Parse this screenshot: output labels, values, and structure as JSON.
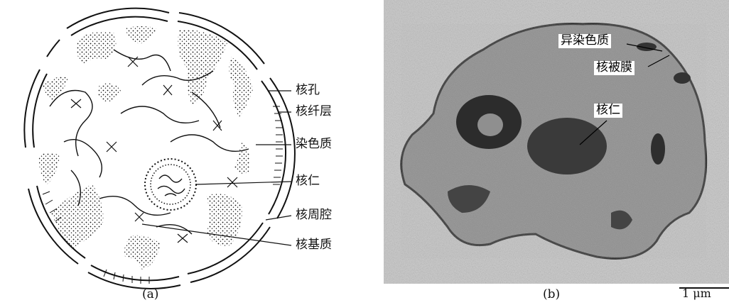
{
  "panel_a": {
    "labels": {
      "pore": "核孔",
      "lamina": "核纤层",
      "chromatin": "染色质",
      "nucleolus": "核仁",
      "perinuclear": "核周腔",
      "matrix": "核基质"
    },
    "caption": "(a)"
  },
  "panel_b": {
    "labels": {
      "heterochromatin": "异染色质",
      "envelope": "核被膜",
      "nucleolus": "核仁"
    },
    "scale_bar": "1 μm",
    "caption": "(b)"
  },
  "colors": {
    "ink": "#111111",
    "em_dark": "#3a3a3a",
    "em_mid": "#7a7a7a",
    "em_light": "#a8a8a8"
  }
}
